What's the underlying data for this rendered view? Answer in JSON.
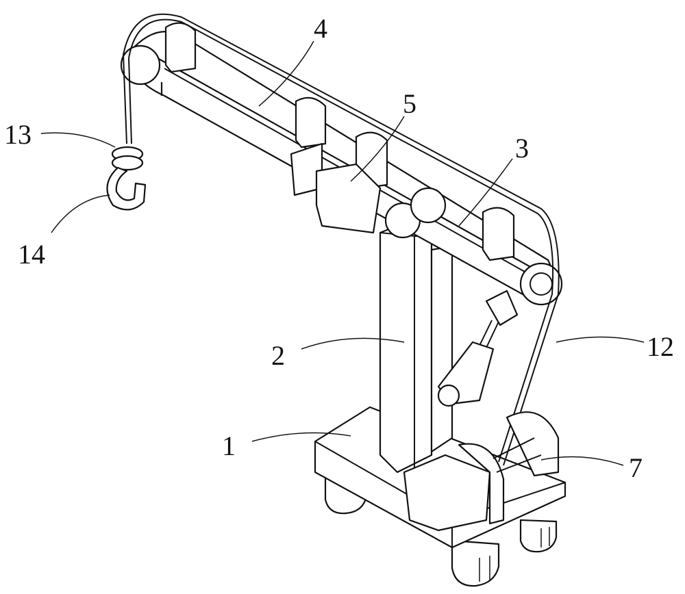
{
  "figure": {
    "labels": {
      "base": "1",
      "column": "2",
      "boom_lower": "3",
      "boom_upper": "4",
      "slider_motor": "5",
      "winch": "7",
      "cable": "12",
      "hook_collar": "13",
      "hook": "14"
    }
  }
}
